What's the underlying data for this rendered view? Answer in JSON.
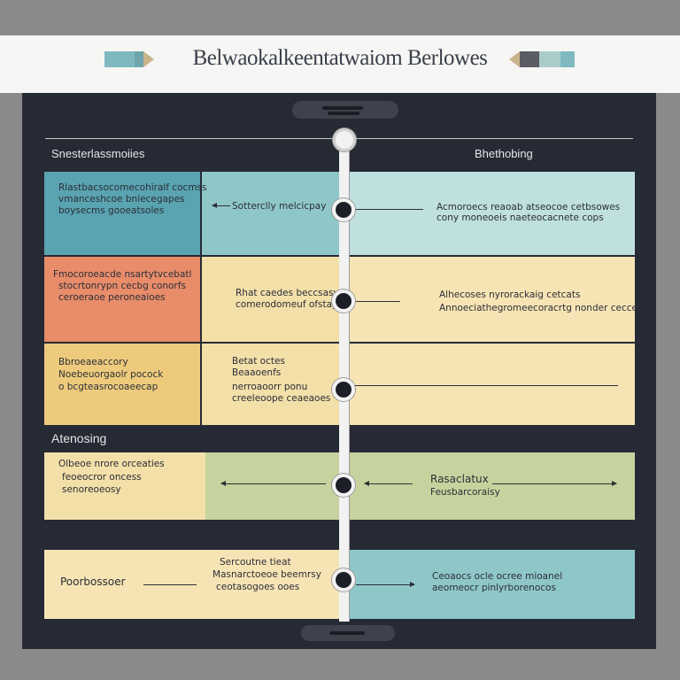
{
  "header": {
    "title": "Belwaokalkeentatwaiom Berlowes"
  },
  "columns": {
    "left": "Snesterlassmoiies",
    "right": "Bhethobing"
  },
  "colors": {
    "teal": "#5aa3b1",
    "teal_light": "#8fc7c8",
    "teal_pale": "#bfe0de",
    "salmon": "#e98c6a",
    "wheat": "#f3dfa8",
    "wheat_pale": "#f7e4b4",
    "mustard": "#eecb7c",
    "sage": "#c7d39e",
    "panel": "#262a35"
  },
  "rows": [
    {
      "a": [
        "Rlastbacsocomecohiralf cocmss",
        "vmanceshcoe bnlecegapes",
        "boysecms gooeatsoles"
      ],
      "b": [
        "Sotterclly melcicpay"
      ],
      "c": [
        "Acmoroecs reaoab atseocoe cetbsowes",
        "cony moneoeis naeteocacnete cops"
      ]
    },
    {
      "a": [
        "Fmocoroeacde nsartytvcebatl",
        "stocrtonrypn cecbg conorfs",
        "ceroeraoe peroneaioes"
      ],
      "b": [
        "Rhat caedes beccsasy",
        "comerodomeuf ofstay"
      ],
      "c": [
        "Alhecoses nyrorackaig cetcats",
        "Annoeciathegromeecoracrtg nonder ceccels ..."
      ]
    },
    {
      "a": [
        "Bbroeaeaccory",
        "Noebeuorgaolr pocock",
        "o bcgteasrocoaeecap"
      ],
      "b": [
        "Betat octes",
        "Beaaoenfs",
        "nerroaoorr ponu",
        "creeleoope ceaeaoes"
      ],
      "c": []
    }
  ],
  "section_label": "Atenosing",
  "row4": {
    "a": [
      "Olbeoe nrore orceaties",
      "feoeocror oncess",
      "senoreoeosy"
    ],
    "c_title": "Rasaclatux",
    "c_sub": "Feusbarcoraisy"
  },
  "row5": {
    "a": [
      "Poorbossoer"
    ],
    "b": [
      "Sercoutne tieat",
      "Masnarctoeoe beemrsy",
      "ceotasogoes ooes"
    ],
    "c": [
      "Ceoaocs ocle ocree mioanel",
      "aeomeocr pinlyrborenocos"
    ]
  }
}
